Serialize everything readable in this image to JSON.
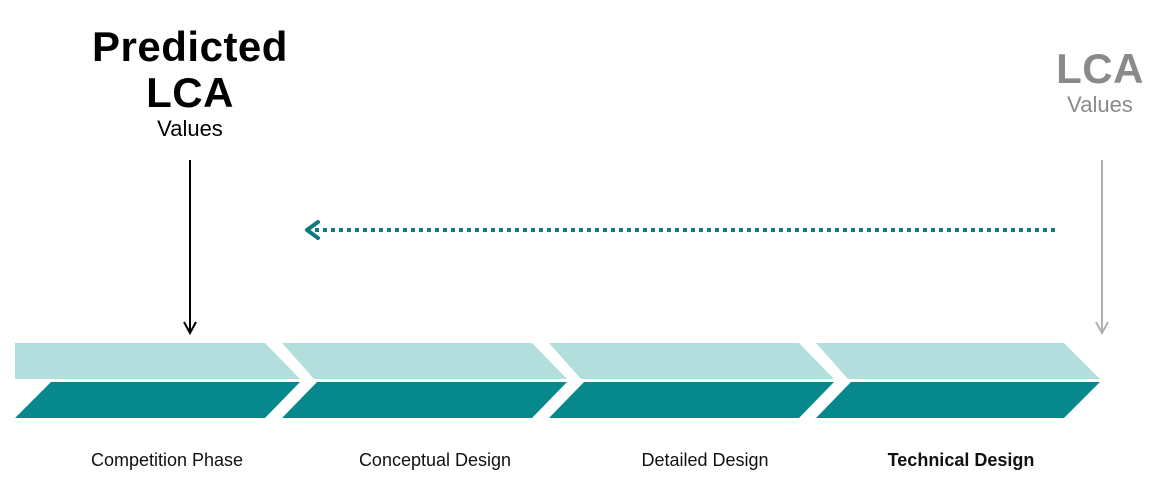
{
  "predicted": {
    "title_line1": "Predicted",
    "title_line2": "LCA",
    "subtitle": "Values"
  },
  "actual": {
    "title": "LCA",
    "subtitle": "Values"
  },
  "phases": [
    {
      "label": "Competition Phase",
      "emphasized": false
    },
    {
      "label": "Conceptual Design",
      "emphasized": false
    },
    {
      "label": "Detailed Design",
      "emphasized": false
    },
    {
      "label": "Technical Design",
      "emphasized": true
    }
  ],
  "colors": {
    "chevron_light": "#b2dfdd",
    "chevron_dark": "#06888c",
    "dotted_arrow": "#0a7a7c",
    "predicted_arrow": "#000000",
    "actual_arrow": "#b0b0b0",
    "actual_text": "#8a8a8a"
  }
}
